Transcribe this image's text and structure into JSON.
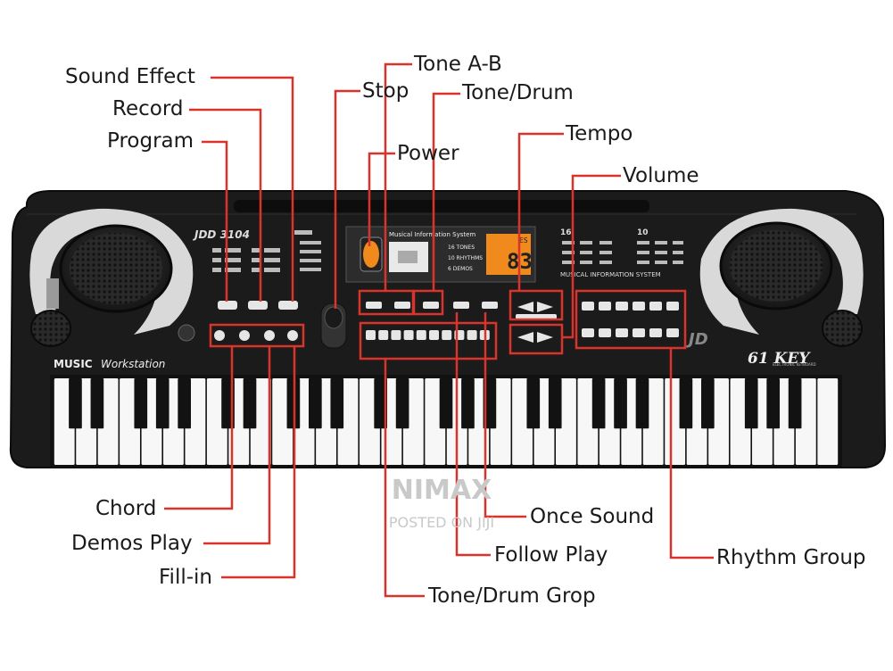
{
  "keyboard": {
    "model": "JDD 3104",
    "brand_label_bold": "MUSIC",
    "brand_label_rest": "Workstation",
    "key_badge": "61 KEY",
    "key_badge_sub": "ELECTRONIC KEYBOARD",
    "display_title": "Musical Information System",
    "display_tones": "16 TONES",
    "display_rhythms": "10 RHYTHMS",
    "display_demos": "6 DEMOS",
    "display_digits": "83",
    "display_small": "ES",
    "panel_label_right": "MUSICAL INFORMATION SYSTEM",
    "panel_num_left": "16",
    "panel_num_right": "10",
    "corner_logo": "JD"
  },
  "callouts": {
    "sound_effect": "Sound Effect",
    "record": "Record",
    "program": "Program",
    "stop": "Stop",
    "tone_ab": "Tone A-B",
    "tone_drum": "Tone/Drum",
    "power": "Power",
    "tempo": "Tempo",
    "volume": "Volume",
    "chord": "Chord",
    "demos_play": "Demos Play",
    "fill_in": "Fill-in",
    "once_sound": "Once Sound",
    "follow_play": "Follow Play",
    "tone_drum_group": "Tone/Drum Grop",
    "rhythm_group": "Rhythm Group"
  },
  "watermark": {
    "brand": "NIMAX",
    "posted": "POSTED ON JIJI"
  },
  "colors": {
    "leader": "#d9342b",
    "body": "#1b1b1b",
    "display_orange": "#f08a1c"
  }
}
